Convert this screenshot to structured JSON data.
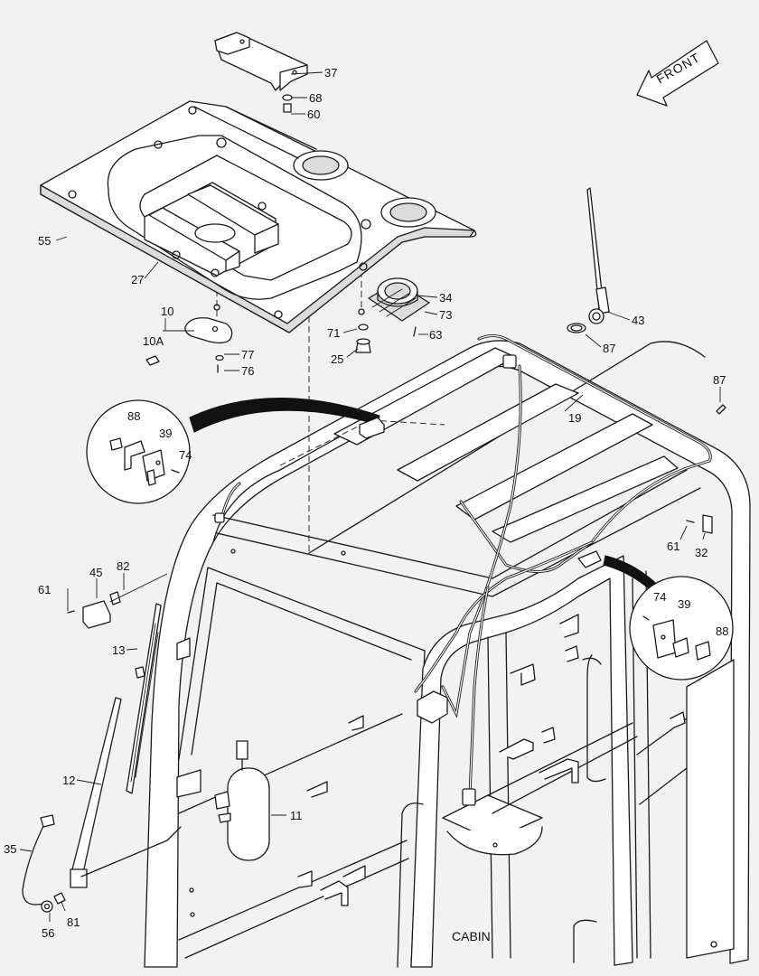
{
  "diagram": {
    "title": "CABIN",
    "orientation_label": "FRONT",
    "callouts": [
      "37",
      "68",
      "60",
      "55",
      "27",
      "34",
      "73",
      "71",
      "63",
      "25",
      "10",
      "10A",
      "77",
      "76",
      "43",
      "87",
      "87",
      "19",
      "88",
      "39",
      "74",
      "61",
      "32",
      "74",
      "39",
      "88",
      "61",
      "45",
      "82",
      "13",
      "12",
      "11",
      "35",
      "56",
      "81"
    ]
  }
}
